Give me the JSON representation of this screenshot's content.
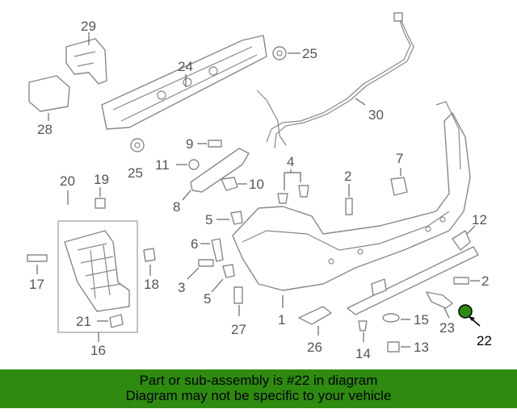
{
  "colors": {
    "banner": "#2e8b0f",
    "highlight_part": "#2e8b0f",
    "line": "#888888"
  },
  "labels": {
    "p29": "29",
    "p24": "24",
    "p25a": "25",
    "p25b": "25",
    "p28": "28",
    "p30": "30",
    "p9": "9",
    "p11": "11",
    "p10": "10",
    "p8": "8",
    "p4": "4",
    "p2a": "2",
    "p7": "7",
    "p20": "20",
    "p19": "19",
    "p5a": "5",
    "p6": "6",
    "p3": "3",
    "p5b": "5",
    "p27": "27",
    "p1": "1",
    "p26": "26",
    "p12": "12",
    "p2b": "2",
    "p15": "15",
    "p23": "23",
    "p22": "22",
    "p14": "14",
    "p13": "13",
    "p17": "17",
    "p18": "18",
    "p21": "21",
    "p16": "16"
  },
  "banner": {
    "line1": "Part or sub-assembly is #22 in diagram",
    "line2": "Diagram may not be specific to your vehicle"
  }
}
